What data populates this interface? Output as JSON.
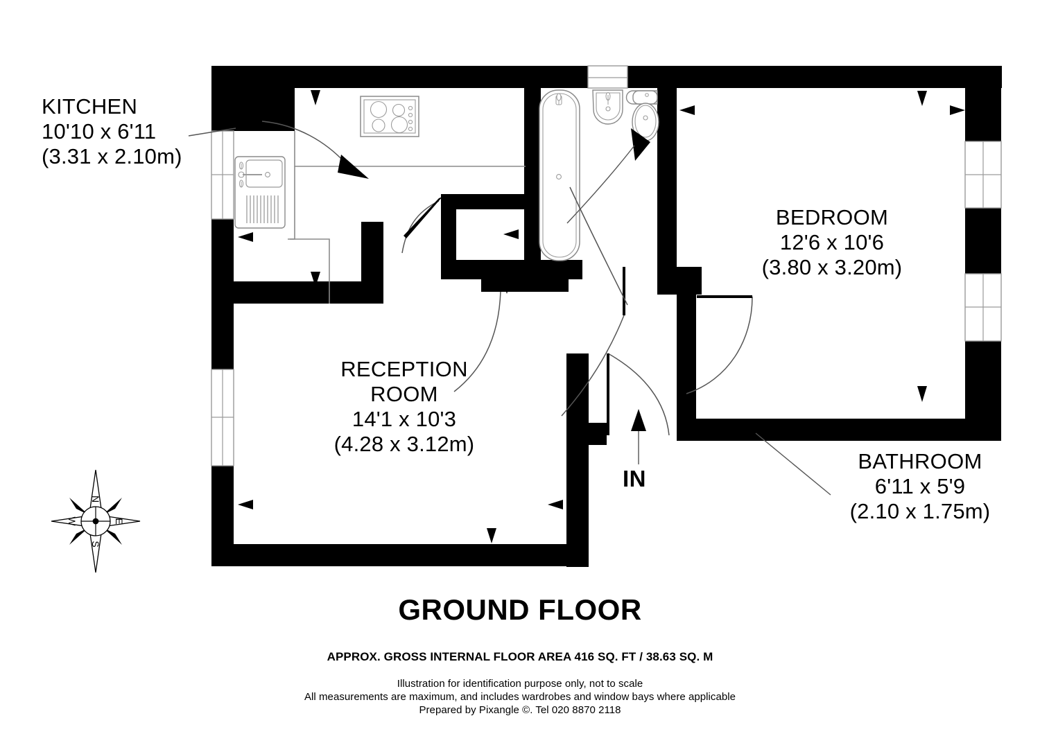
{
  "document": {
    "type": "floor-plan",
    "floor_title": "GROUND FLOOR",
    "area_note": "APPROX. GROSS INTERNAL FLOOR AREA 416 SQ. FT / 38.63 SQ. M",
    "disclaimer_line_1": "Illustration for identification purpose only, not to scale",
    "disclaimer_line_2": "All measurements are maximum, and includes wardrobes and window bays where applicable",
    "disclaimer_line_3": "Prepared by Pixangle ©. Tel 020 8870 2118",
    "entry_label": "IN"
  },
  "rooms": [
    {
      "id": "kitchen",
      "name": "KITCHEN",
      "dim_imperial": "10'10 x 6'11",
      "dim_metric": "(3.31 x 2.10m)",
      "fixtures": [
        "hob-icon",
        "sink-icon"
      ]
    },
    {
      "id": "reception-room",
      "name_line_1": "RECEPTION",
      "name_line_2": "ROOM",
      "dim_imperial": "14'1 x 10'3",
      "dim_metric": "(4.28 x 3.12m)",
      "fixtures": []
    },
    {
      "id": "bedroom",
      "name": "BEDROOM",
      "dim_imperial": "12'6 x 10'6",
      "dim_metric": "(3.80 x 3.20m)",
      "fixtures": []
    },
    {
      "id": "bathroom",
      "name": "BATHROOM",
      "dim_imperial": "6'11 x 5'9",
      "dim_metric": "(2.10 x 1.75m)",
      "fixtures": [
        "bathtub-icon",
        "wash-basin-icon",
        "toilet-icon"
      ]
    }
  ],
  "compass": {
    "north": "N",
    "south": "S",
    "east": "E",
    "west": "W"
  },
  "colors": {
    "wall": "#000000",
    "background": "#ffffff",
    "fixture_outline": "#8a8a8a",
    "leader_line": "#555555",
    "text": "#000000"
  }
}
